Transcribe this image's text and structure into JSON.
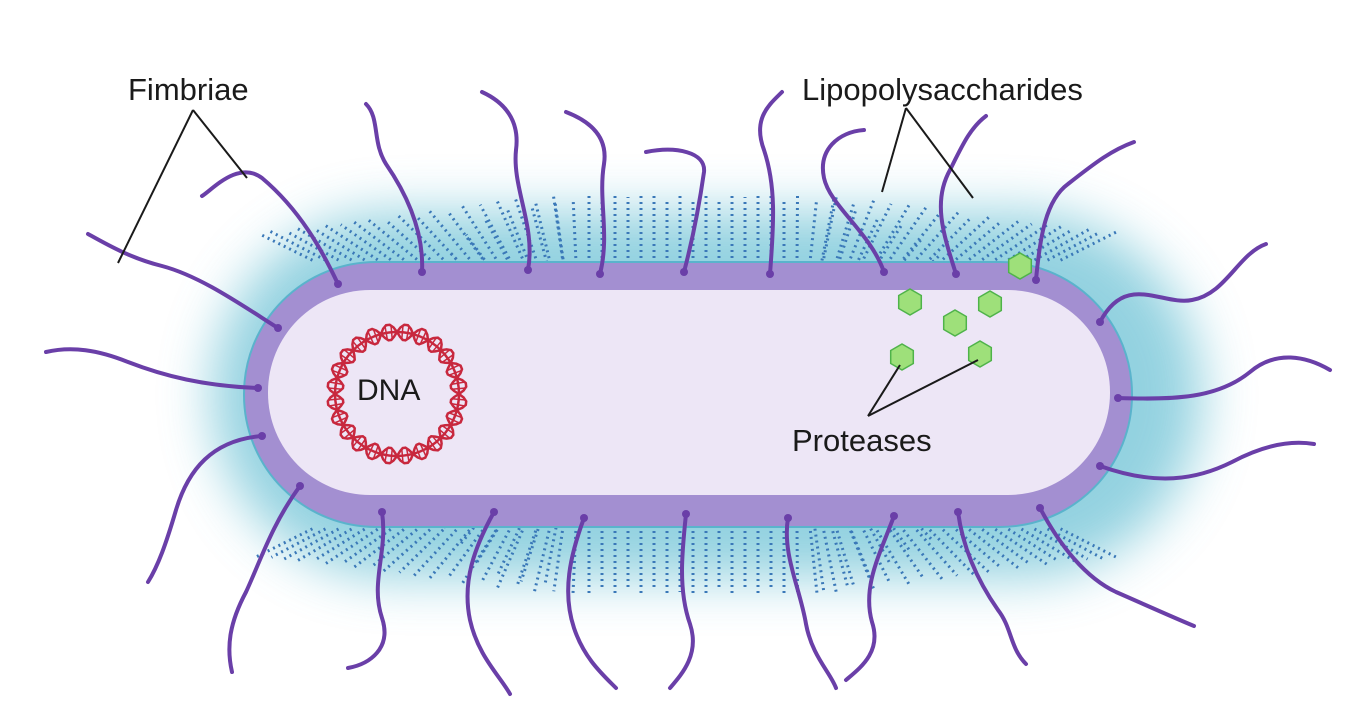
{
  "diagram": {
    "labels": {
      "fimbriae": "Fimbriae",
      "lipopolysaccharides": "Lipopolysaccharides",
      "proteases": "Proteases",
      "dna": "DNA"
    },
    "colors": {
      "cell_wall": "#a38fd1",
      "cytoplasm": "#ede6f6",
      "capsule_glow": "#6fc3d6",
      "lps_dots": "#3a78b8",
      "fimbriae": "#6a3fa8",
      "dna": "#c8283e",
      "protease_fill": "#9ee07a",
      "protease_stroke": "#4fb34a",
      "leader_line": "#1a1a1a"
    }
  }
}
